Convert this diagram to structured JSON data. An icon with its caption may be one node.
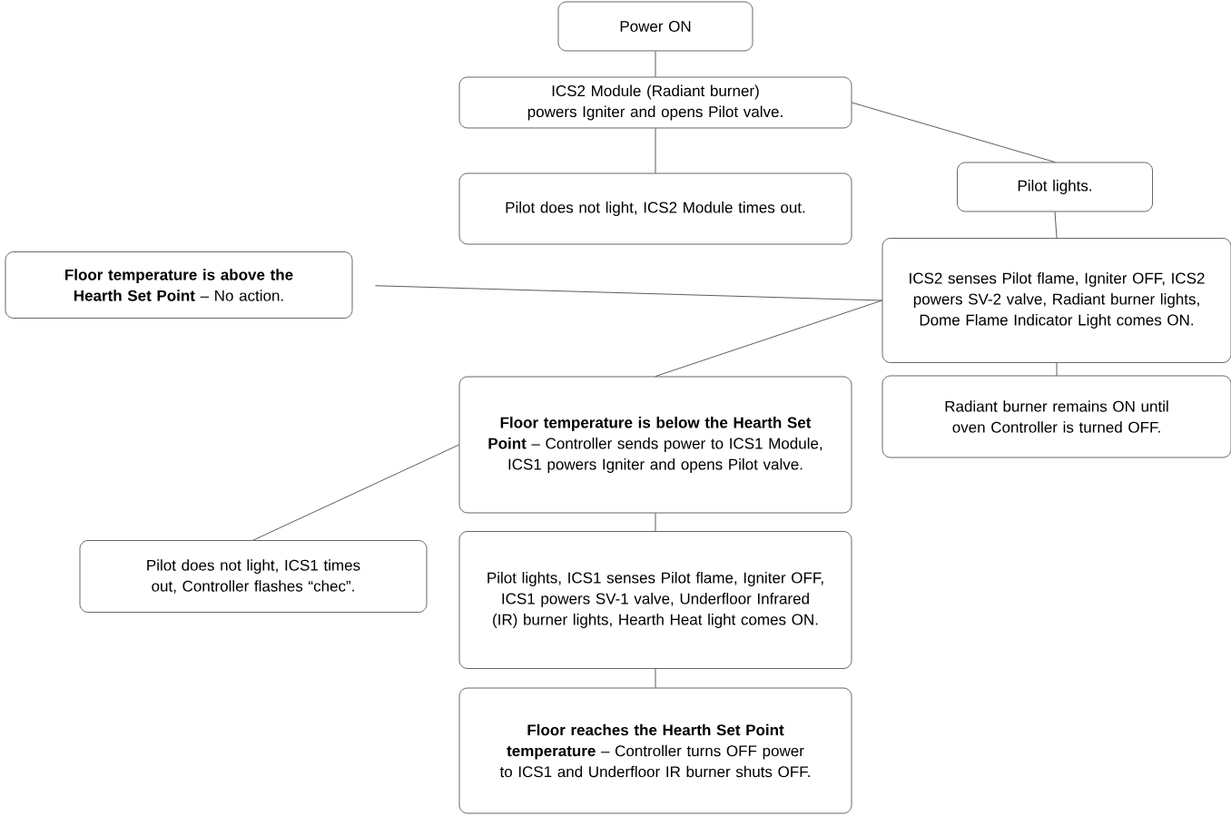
{
  "diagram": {
    "nodes": [
      {
        "text": [
          "Power ON"
        ]
      },
      {
        "text": [
          "ICS2 Module (Radiant burner) powers Igniter and opens Pilot valve."
        ]
      },
      {
        "text": [
          "Pilot does not light, ICS2 Module times out."
        ]
      },
      {
        "text": [
          "Pilot lights."
        ]
      },
      {
        "text": [
          "**Floor temperature is above the Hearth Set Point** – No action."
        ]
      },
      {
        "text": [
          "ICS2 senses Pilot flame, Igniter OFF, ICS2 powers SV-2 valve, Radiant burner lights, Dome Flame Indicator Light comes ON."
        ]
      },
      {
        "text": [
          "Radiant burner remains ON until oven Controller is turned OFF."
        ]
      },
      {
        "text": [
          "**Floor temperature is below the Hearth Set Point** – Controller sends power to ICS1 Module, ICS1 powers Igniter and opens Pilot valve."
        ]
      },
      {
        "text": [
          "Pilot does not light, ICS1 times out, Controller flashes “chec”."
        ]
      },
      {
        "text": [
          "Pilot lights, ICS1 senses Pilot flame, Igniter OFF, ICS1 powers SV-1 valve, Underfloor Infrared (IR) burner lights, Hearth Heat light comes ON."
        ]
      },
      {
        "text": [
          "**Floor reaches the Hearth Set Point temperature** – Controller turns OFF power to ICS1 and Underfloor IR burner shuts OFF."
        ]
      }
    ],
    "edges": [
      {
        "from": 0,
        "to": 1,
        "arrow": "none"
      },
      {
        "from": 1,
        "to": 2,
        "arrow": "none"
      },
      {
        "from": 1,
        "to": 3,
        "arrow": "none"
      },
      {
        "from": 3,
        "to": 5,
        "arrow": "none"
      },
      {
        "from": 4,
        "to": 5,
        "arrow": "none"
      },
      {
        "from": 5,
        "to": 7,
        "arrow": "none"
      },
      {
        "from": 5,
        "to": 6,
        "arrow": "none"
      },
      {
        "from": 7,
        "to": 8,
        "arrow": "none"
      },
      {
        "from": 7,
        "to": 9,
        "arrow": "none"
      },
      {
        "from": 9,
        "to": 10,
        "arrow": "none"
      }
    ]
  }
}
